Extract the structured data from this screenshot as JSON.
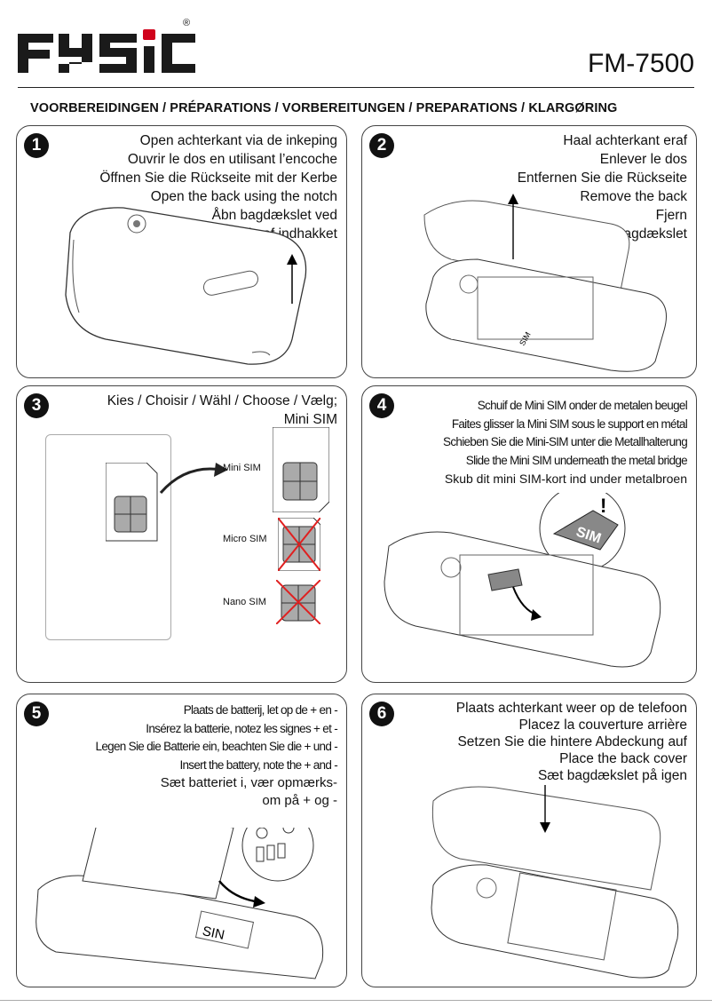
{
  "brand": {
    "logo_text": "FYSIC",
    "registered": "®"
  },
  "header": {
    "model": "FM-7500"
  },
  "section_title": "VOORBEREIDINGEN / PRÉPARATIONS / VORBEREITUNGEN / PREPARATIONS / KLARGØRING",
  "steps": [
    {
      "number": "1",
      "lines": [
        "Open achterkant via de inkeping",
        "Ouvrir le dos en utilisant l’encoche",
        "Öffnen Sie die Rückseite mit der Kerbe",
        "Open the back using the notch",
        "Åbn bagdækslet ved",
        "hjælp af indhakket"
      ]
    },
    {
      "number": "2",
      "lines": [
        "Haal achterkant eraf",
        "Enlever le dos",
        "Entfernen Sie die Rückseite",
        "Remove the back",
        "Fjern",
        "bagdækslet"
      ]
    },
    {
      "number": "3",
      "lines": [
        "Kies / Choisir / Wähl / Choose / Vælg;",
        "Mini SIM"
      ]
    },
    {
      "number": "4",
      "lines": [
        "Schuif de Mini SIM onder de metalen beugel",
        "Faites glisser la Mini SIM sous le support en métal",
        "Schieben Sie die Mini-SIM unter die Metallhalterung",
        "Slide the Mini SIM underneath the metal bridge",
        "Skub dit mini SIM-kort ind under metalbroen"
      ]
    },
    {
      "number": "5",
      "lines": [
        "Plaats de batterij, let op de + en -",
        "Insérez la batterie, notez les signes + et -",
        "Legen Sie die Batterie ein, beachten Sie die + und -",
        "Insert the battery, note the + and -",
        "Sæt batteriet i, vær opmærks-",
        "om på + og -"
      ]
    },
    {
      "number": "6",
      "lines": [
        "Plaats achterkant weer op de telefoon",
        "Placez la couverture arrière",
        "Setzen Sie die hintere Abdeckung auf",
        "Place the back cover",
        "Sæt bagdækslet på igen"
      ]
    }
  ],
  "sim_options": {
    "mini": "Mini SIM",
    "micro": "Micro SIM",
    "nano": "Nano SIM"
  },
  "sim_card_text": "SIM",
  "colors": {
    "cross": "#e02020",
    "number_badge": "#111111",
    "brand": "#1a1a1a",
    "logo_accent": "#d0021b"
  }
}
